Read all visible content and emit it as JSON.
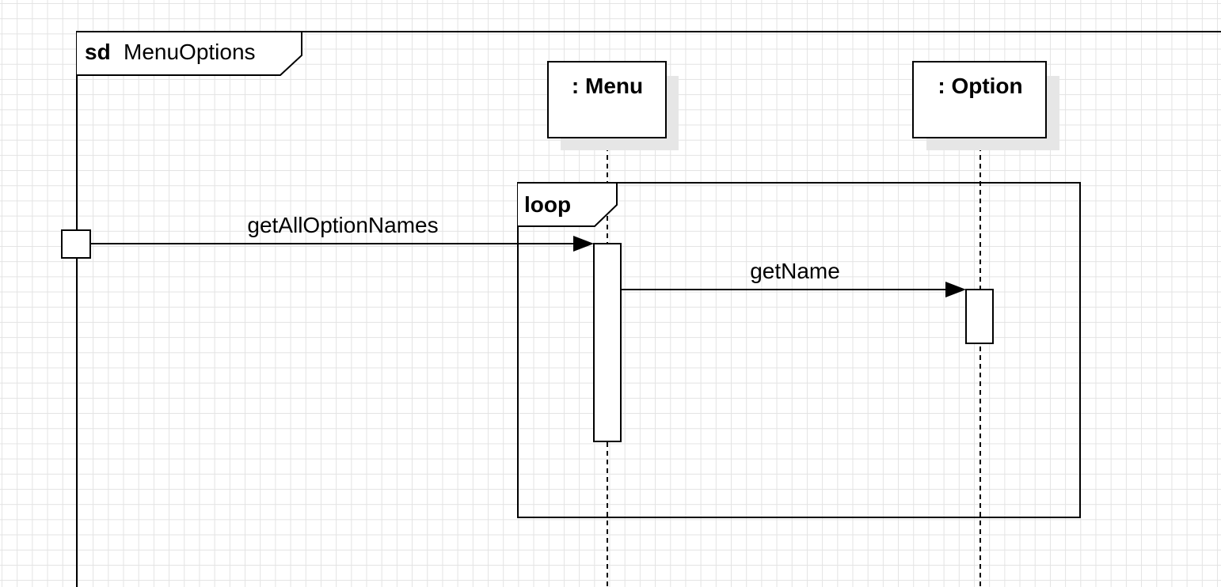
{
  "frame": {
    "keyword": "sd",
    "name": "MenuOptions"
  },
  "lifelines": [
    {
      "label": ": Menu"
    },
    {
      "label": ": Option"
    }
  ],
  "fragment": {
    "operator": "loop"
  },
  "messages": [
    {
      "label": "getAllOptionNames"
    },
    {
      "label": "getName"
    }
  ]
}
